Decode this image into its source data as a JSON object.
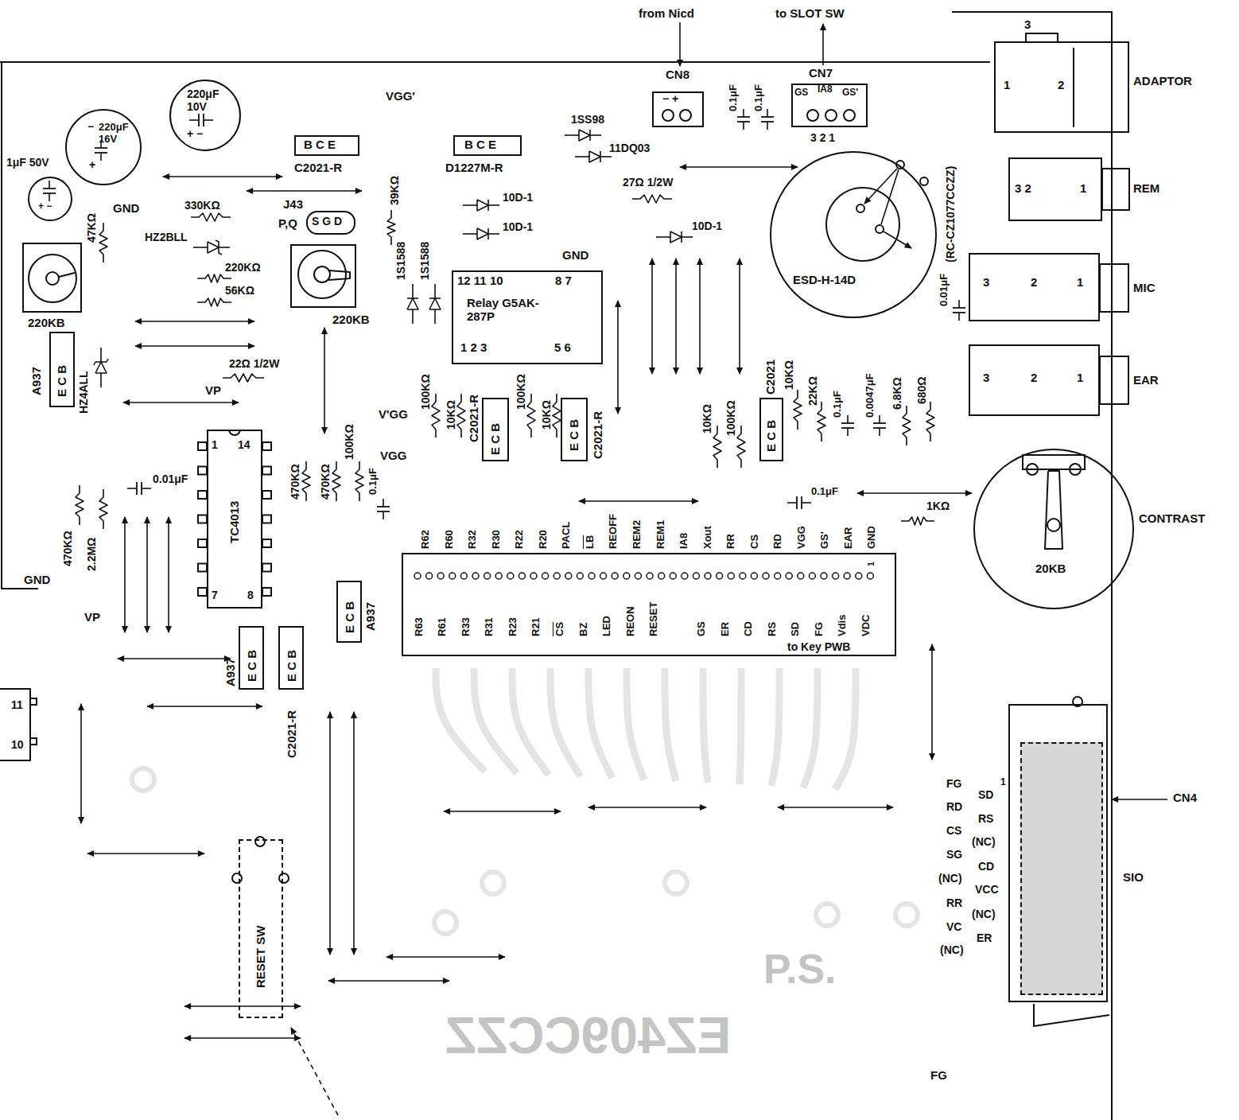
{
  "diagram": {
    "nodes": [
      {
        "text": [
          "CN8",
          "− +"
        ]
      },
      {
        "text": [
          "CN7",
          "GS",
          "IA8",
          "GS'",
          "3 2 1"
        ]
      },
      {
        "text": [
          "1",
          "2",
          "ADAPTOR"
        ]
      },
      {
        "text": [
          "220μF 10V",
          "+ −"
        ]
      },
      {
        "text": [
          "−",
          "220μF 16V",
          "+"
        ]
      },
      {
        "text": [
          "B C E",
          "C2021-R"
        ]
      },
      {
        "text": [
          "B C E",
          "D1227M-R"
        ]
      },
      {
        "text": [
          "1μF 50V",
          "+ −"
        ]
      },
      {
        "text": [
          "J43",
          "P,Q",
          "S G D"
        ]
      },
      {
        "text": [
          "ESD-H-14D"
        ]
      },
      {
        "text": [
          "3 2",
          "1",
          "REM"
        ]
      },
      {
        "text": [
          "220KB"
        ]
      },
      {
        "text": [
          "220KB"
        ]
      },
      {
        "text": [
          "12 11 10",
          "8 7",
          "Relay G5AK-287P",
          "1 2 3",
          "5 6"
        ]
      },
      {
        "text": [
          "3",
          "2",
          "1",
          "MIC"
        ]
      },
      {
        "text": [
          "A937",
          "E C B"
        ]
      },
      {
        "text": [
          "C2021-R",
          "E C B"
        ]
      },
      {
        "text": [
          "E C B",
          "C2021-R"
        ]
      },
      {
        "text": [
          "C2021",
          "E C B"
        ]
      },
      {
        "text": [
          "3",
          "2",
          "1",
          "EAR"
        ]
      },
      {
        "text": [
          "1",
          "14",
          "TC4013",
          "7",
          "8"
        ]
      },
      {
        "text": [
          "20KB",
          "CONTRAST"
        ]
      },
      {
        "text": [
          "R62",
          "R60",
          "R32",
          "R30",
          "R22",
          "R20",
          "PACL",
          "LB",
          "REOFF",
          "REM2",
          "REM1",
          "IA8",
          "Xout",
          "RR",
          "CS",
          "RD",
          "VGG",
          "GS'",
          "EAR",
          "GND",
          "1",
          "R63",
          "R61",
          "R33",
          "R31",
          "R23",
          "R21",
          "CS",
          "BZ",
          "LED",
          "REON",
          "RESET",
          "GS",
          "ER",
          "CD",
          "RS",
          "SD",
          "FG",
          "Vdis",
          "VDC",
          "to Key PWB"
        ]
      },
      {
        "text": [
          "E C B",
          "A937"
        ]
      },
      {
        "text": [
          "A937",
          "E C B"
        ]
      },
      {
        "text": [
          "E C B",
          "C2021-R"
        ]
      },
      {
        "text": [
          "CN4",
          "SIO"
        ]
      },
      {
        "text": [
          "RESET SW"
        ]
      }
    ],
    "labels": [
      "from Nicd",
      "to SLOT SW",
      "3",
      "VGG'",
      "0.1μF",
      "0.1μF",
      "(RC-CZ1077CCZZ)",
      "GND",
      "330KΩ",
      "HZ2BLL",
      "220KΩ",
      "56KΩ",
      "47KΩ",
      "1SS98",
      "11DQ03",
      "10D-1",
      "10D-1",
      "10D-1",
      "27Ω 1/2W",
      "39KΩ",
      "1S1588",
      "1S1588",
      "GND",
      "0.01μF",
      "22Ω 1/2W",
      "VP",
      "HZ4ALL",
      "V'GG",
      "VGG",
      "100KΩ",
      "10KΩ",
      "100KΩ",
      "10KΩ",
      "10KΩ",
      "100KΩ",
      "10KΩ",
      "22KΩ",
      "0.1μF",
      "0.0047μF",
      "6.8KΩ",
      "680Ω",
      "470KΩ",
      "470KΩ",
      "100KΩ",
      "0.1μF",
      "0.01μF",
      "0.1μF",
      "1KΩ",
      "470KΩ",
      "2.2MΩ",
      "GND",
      "VP",
      "11",
      "10",
      "FG",
      "SD",
      "1",
      "RD",
      "RS",
      "CS",
      "(NC)",
      "SG",
      "CD",
      "(NC)",
      "VCC",
      "RR",
      "(NC)",
      "VC",
      "ER",
      "(NC)",
      "FG",
      "P.S.",
      "EZ409CCZZ"
    ]
  }
}
